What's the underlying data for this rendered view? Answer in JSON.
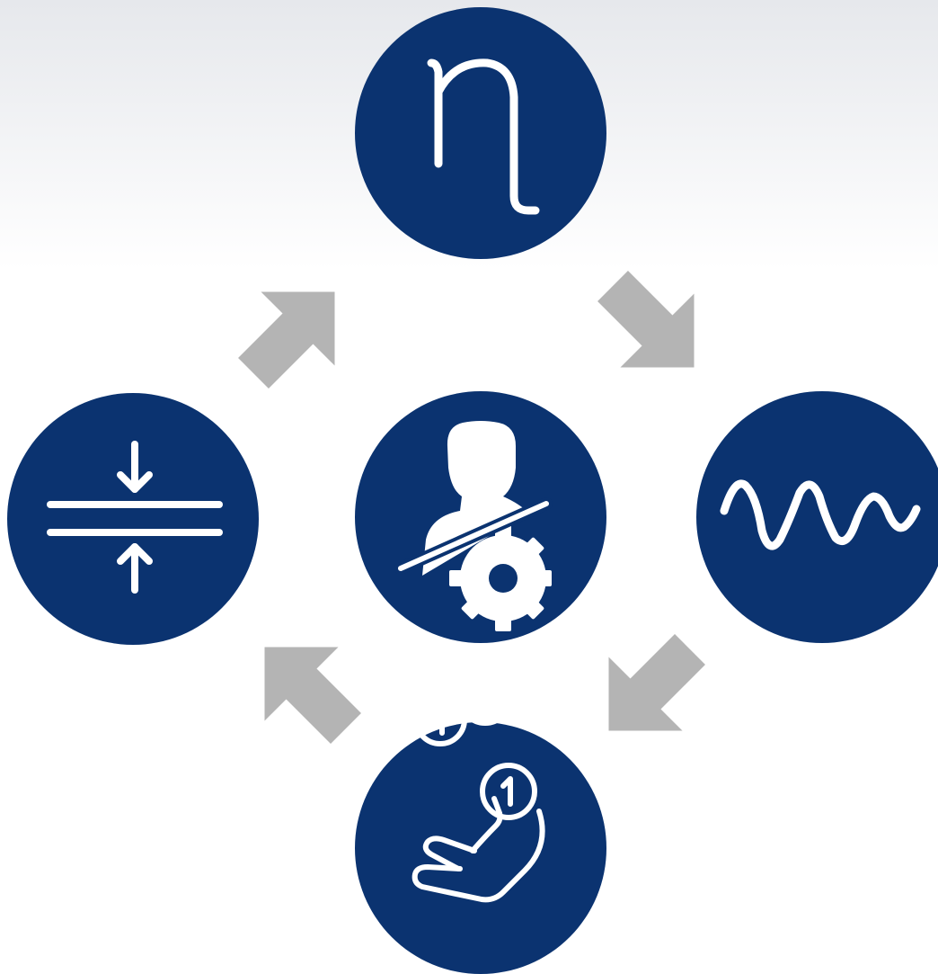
{
  "diagram": {
    "colors": {
      "circle_fill": "#0b3370",
      "arrow_fill": "#b4b4b4",
      "icon_stroke": "#ffffff"
    },
    "nodes": [
      {
        "id": "efficiency",
        "icon": "eta-icon"
      },
      {
        "id": "vibration",
        "icon": "sine-wave-icon"
      },
      {
        "id": "cost",
        "icon": "coins-hand-icon"
      },
      {
        "id": "clearance",
        "icon": "compression-lines-icon"
      },
      {
        "id": "center",
        "icon": "person-gear-icon"
      }
    ],
    "arrows": [
      {
        "from": "efficiency",
        "to": "vibration",
        "direction": "down-right"
      },
      {
        "from": "vibration",
        "to": "cost",
        "direction": "down-left"
      },
      {
        "from": "cost",
        "to": "clearance",
        "direction": "up-left"
      },
      {
        "from": "clearance",
        "to": "efficiency",
        "direction": "up-right"
      }
    ]
  }
}
